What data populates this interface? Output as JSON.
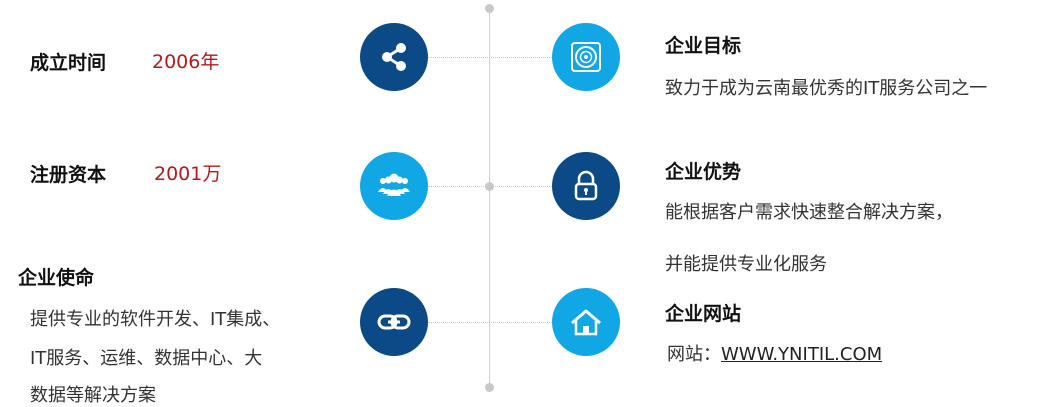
{
  "colors": {
    "dark_blue": "#0b4a86",
    "light_blue": "#11a7e5",
    "value_red": "#b31b1b"
  },
  "left": {
    "founded": {
      "label": "成立时间",
      "value": "2006年"
    },
    "capital": {
      "label": "注册资本",
      "value": "2001万"
    },
    "mission": {
      "title": "企业使命",
      "lines": [
        "提供专业的软件开发、IT集成、",
        "IT服务、运维、数据中心、大",
        "数据等解决方案"
      ]
    }
  },
  "icons": {
    "row1": {
      "left": "share-icon",
      "right": "disc-icon"
    },
    "row2": {
      "left": "team-icon",
      "right": "lock-icon"
    },
    "row3": {
      "left": "chain-link-icon",
      "right": "home-icon"
    }
  },
  "right": {
    "goal": {
      "title": "企业目标",
      "text": "致力于成为云南最优秀的IT服务公司之一"
    },
    "advantage": {
      "title": "企业优势",
      "lines": [
        "能根据客户需求快速整合解决方案，",
        "并能提供专业化服务"
      ]
    },
    "website": {
      "title": "企业网站",
      "prefix": "网站：",
      "url": "WWW.YNITIL.COM"
    }
  }
}
